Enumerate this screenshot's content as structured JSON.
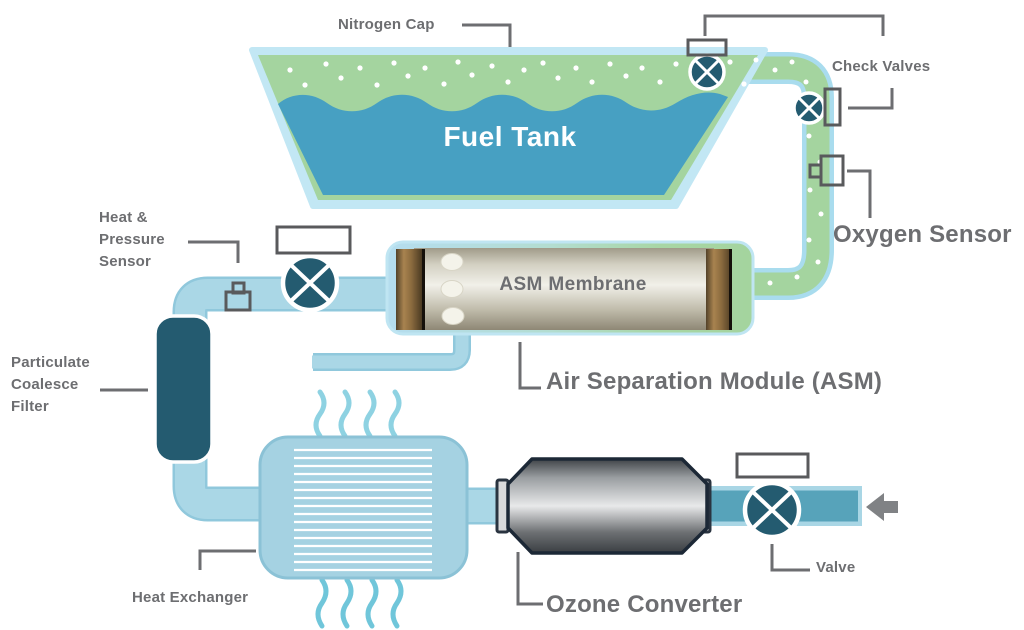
{
  "diagram": {
    "title_implied": "Fuel tank inerting system diagram",
    "labels": {
      "fuel_tank": "Fuel Tank",
      "nitrogen_cap": "Nitrogen Cap",
      "check_valves": "Check Valves",
      "oxygen_sensor": "Oxygen Sensor",
      "asm_membrane": "ASM Membrane",
      "air_separation_module": "Air Separation Module (ASM)",
      "heat_pressure_sensor": "Heat &\nPressure\nSensor",
      "particulate_coalesce_filter": "Particulate\nCoalesce\nFilter",
      "heat_exchanger": "Heat Exchanger",
      "ozone_converter": "Ozone Converter",
      "valve": "Valve"
    },
    "colors": {
      "fuel_blue": "#47a0c2",
      "nitrogen_green": "#a4d49f",
      "pipe_light_blue": "#aad7e6",
      "pipe_border_blue": "#90c8dc",
      "pipe_teal": "#57a3ba",
      "component_dark_teal": "#245b70",
      "label_gray": "#6d6e71",
      "outline_gray": "#595a5c",
      "converter_metal_gray": "#e8e9ea",
      "membrane_beige": "#f1f0e9",
      "asm_cap_brown": "#8a6a3e",
      "heat_wave_teal": "#70c6da",
      "arrow_gray": "#808285"
    }
  }
}
